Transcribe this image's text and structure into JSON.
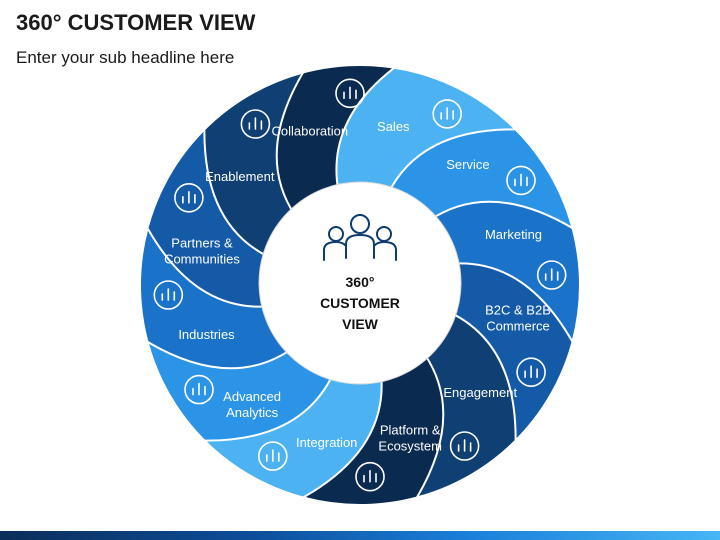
{
  "header": {
    "title": "360° CUSTOMER VIEW",
    "subtitle": "Enter your sub headline here"
  },
  "center": {
    "lines": [
      "360°",
      "CUSTOMER",
      "VIEW"
    ],
    "icon": "people-group-icon"
  },
  "segments": [
    {
      "label": [
        "Sales"
      ],
      "color": "#4db2f2",
      "icon": "hand-chart-icon"
    },
    {
      "label": [
        "Service"
      ],
      "color": "#2c94e6",
      "icon": "gear-cycle-icon"
    },
    {
      "label": [
        "Marketing"
      ],
      "color": "#1a73c8",
      "icon": "bar-chart-growth-icon"
    },
    {
      "label": [
        "B2C & B2B",
        "Commerce"
      ],
      "color": "#145aa6",
      "icon": "shopping-cart-monitor-icon"
    },
    {
      "label": [
        "Engagement"
      ],
      "color": "#0f3f73",
      "icon": "rings-icon"
    },
    {
      "label": [
        "Platform &",
        "Ecosystem"
      ],
      "color": "#0b2a4f",
      "icon": "globe-icon"
    },
    {
      "label": [
        "Integration"
      ],
      "color": "#4db2f2",
      "icon": "cloud-network-icon"
    },
    {
      "label": [
        "Advanced",
        "Analytics"
      ],
      "color": "#2c94e6",
      "icon": "analytics-chart-icon"
    },
    {
      "label": [
        "Industries"
      ],
      "color": "#1a73c8",
      "icon": "factory-icon"
    },
    {
      "label": [
        "Partners &",
        "Communities"
      ],
      "color": "#145aa6",
      "icon": "team-meeting-icon"
    },
    {
      "label": [
        "Enablement"
      ],
      "color": "#0f3f73",
      "icon": "sliders-icon"
    },
    {
      "label": [
        "Collaboration"
      ],
      "color": "#0b2a4f",
      "icon": "collaboration-network-icon"
    }
  ]
}
